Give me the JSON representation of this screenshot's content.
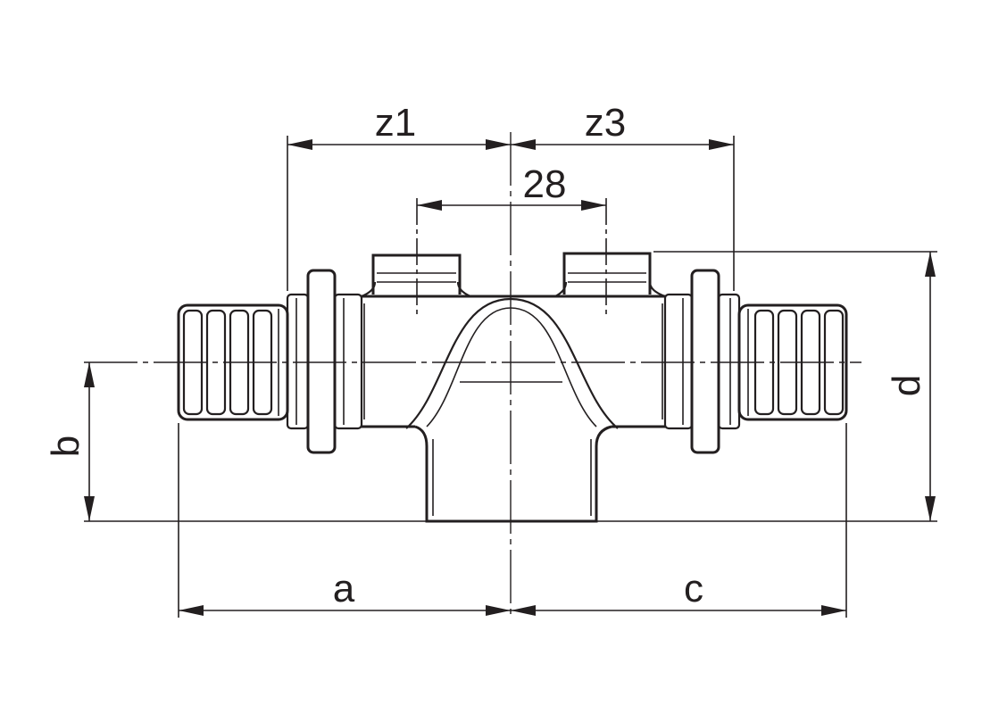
{
  "dimensions": {
    "z1": "z1",
    "z3": "z3",
    "center_spacing": "28",
    "a": "a",
    "b": "b",
    "c": "c",
    "d": "d"
  }
}
